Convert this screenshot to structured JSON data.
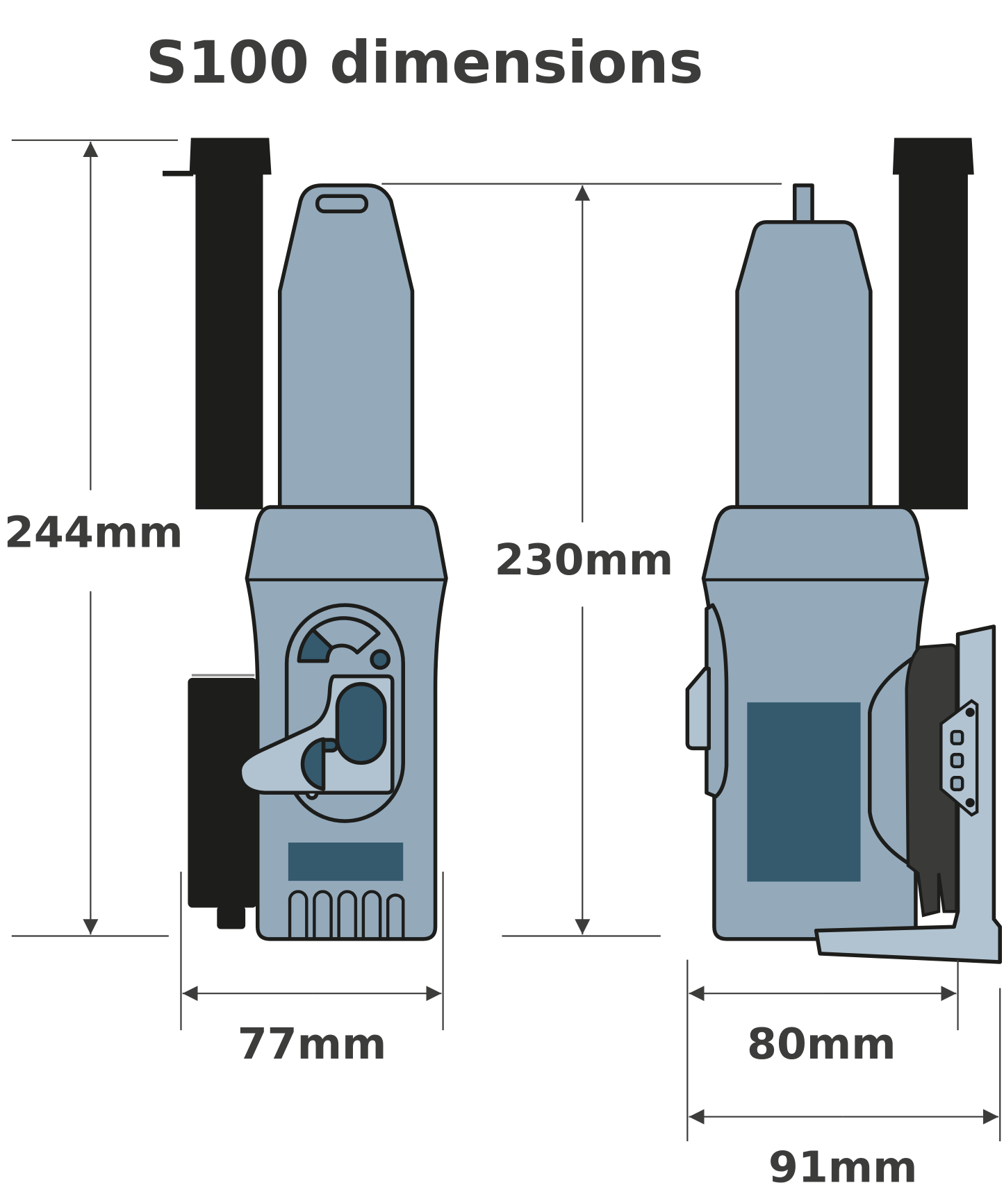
{
  "title": "S100 dimensions",
  "dimensions": {
    "height_total": "244mm",
    "height_body": "230mm",
    "width_front": "77mm",
    "depth_body": "80mm",
    "depth_total": "91mm"
  },
  "colors": {
    "body": "#94aabb",
    "body_dark": "#355a6e",
    "body_light": "#b1c3d1",
    "antenna": "#1d1d1b",
    "clip": "#3a3a38",
    "text": "#3c3c3b",
    "lines": "#3c3c3b"
  }
}
